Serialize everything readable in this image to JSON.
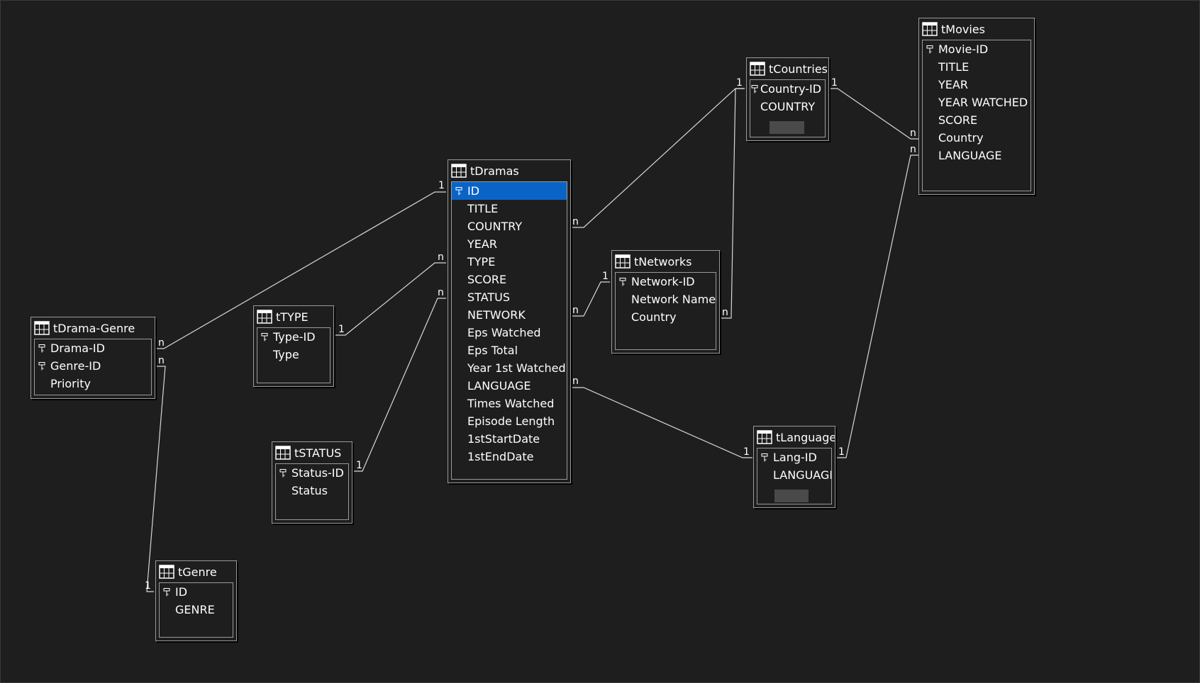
{
  "tables": {
    "tDramas": {
      "title": "tDramas",
      "fields": [
        "ID",
        "TITLE",
        "COUNTRY",
        "YEAR",
        "TYPE",
        "SCORE",
        "STATUS",
        "NETWORK",
        "Eps Watched",
        "Eps Total",
        "Year 1st Watched",
        "LANGUAGE",
        "Times Watched",
        "Episode Length",
        "1stStartDate",
        "1stEndDate"
      ],
      "selected_field": "ID"
    },
    "tCountries": {
      "title": "tCountries",
      "fields": [
        "Country-ID",
        "COUNTRY"
      ]
    },
    "tMovies": {
      "title": "tMovies",
      "fields": [
        "Movie-ID",
        "TITLE",
        "YEAR",
        "YEAR WATCHED",
        "SCORE",
        "Country",
        "LANGUAGE"
      ]
    },
    "tNetworks": {
      "title": "tNetworks",
      "fields": [
        "Network-ID",
        "Network Name",
        "Country"
      ]
    },
    "tDramaGenre": {
      "title": "tDrama-Genre",
      "fields": [
        "Drama-ID",
        "Genre-ID",
        "Priority"
      ]
    },
    "tTYPE": {
      "title": "tTYPE",
      "fields": [
        "Type-ID",
        "Type"
      ]
    },
    "tSTATUS": {
      "title": "tSTATUS",
      "fields": [
        "Status-ID",
        "Status"
      ]
    },
    "tGenre": {
      "title": "tGenre",
      "fields": [
        "ID",
        "GENRE"
      ]
    },
    "tLanguage": {
      "title": "tLanguage",
      "fields": [
        "Lang-ID",
        "LANGUAGE"
      ]
    }
  },
  "relationships": [
    {
      "from": "tDrama-Genre.Drama-ID",
      "to": "tDramas.ID",
      "from_card": "n",
      "to_card": "1"
    },
    {
      "from": "tDrama-Genre.Genre-ID",
      "to": "tGenre.ID",
      "from_card": "n",
      "to_card": "1"
    },
    {
      "from": "tTYPE.Type-ID",
      "to": "tDramas.TYPE",
      "from_card": "1",
      "to_card": "n"
    },
    {
      "from": "tSTATUS.Status-ID",
      "to": "tDramas.STATUS",
      "from_card": "1",
      "to_card": "n"
    },
    {
      "from": "tDramas.COUNTRY",
      "to": "tCountries.Country-ID",
      "from_card": "n",
      "to_card": "1"
    },
    {
      "from": "tDramas.NETWORK",
      "to": "tNetworks.Network-ID",
      "from_card": "n",
      "to_card": "1"
    },
    {
      "from": "tDramas.LANGUAGE",
      "to": "tLanguage.Lang-ID",
      "from_card": "n",
      "to_card": "1"
    },
    {
      "from": "tNetworks.Country",
      "to": "tCountries.Country-ID",
      "from_card": "n",
      "to_card": "1"
    },
    {
      "from": "tCountries.Country-ID",
      "to": "tMovies.Country",
      "from_card": "1",
      "to_card": "n"
    },
    {
      "from": "tLanguage.Lang-ID",
      "to": "tMovies.LANGUAGE",
      "from_card": "1",
      "to_card": "n"
    }
  ],
  "colors": {
    "background": "#1e1e1e",
    "border": "#9a9a9a",
    "text": "#ffffff",
    "selection": "#0a64c8",
    "line": "#d8d8d8"
  },
  "icons": {
    "table": "table-grid-icon",
    "key": "primary-key-icon"
  }
}
